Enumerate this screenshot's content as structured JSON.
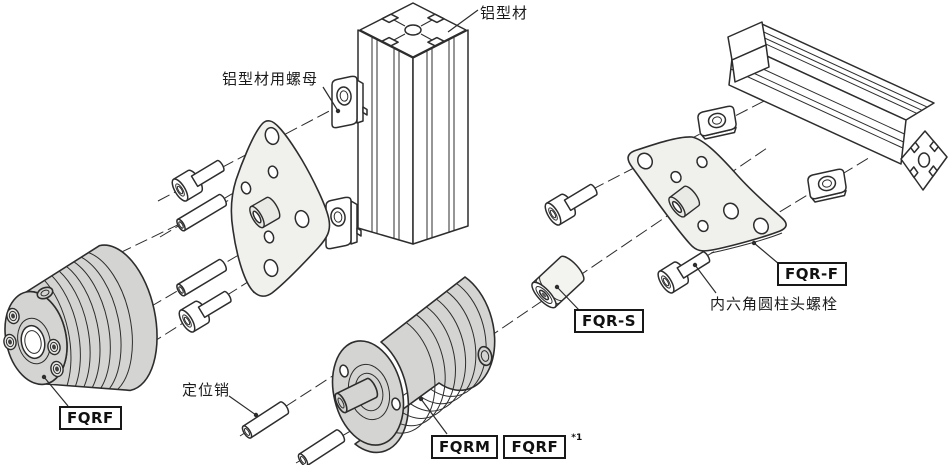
{
  "labels": {
    "aluminum_extrusion": "铝型材",
    "extrusion_nut": "铝型材用螺母",
    "locating_pin": "定位销",
    "hex_socket_head_bolt": "内六角圆柱头螺栓"
  },
  "part_codes": {
    "left_coupling": "FQRF",
    "middle_coupling_primary": "FQRM",
    "middle_coupling_secondary": "FQRF",
    "middle_coupling_footnote": "*1",
    "spacer": "FQR-S",
    "flange_plate": "FQR-F"
  },
  "colors": {
    "background": "#ffffff",
    "line": "#2d2d2d",
    "coupling_fill": "#d4d4d2",
    "plate_fill": "#f0f0ed",
    "spacer_fill": "#f3f3f0",
    "boss_fill": "#e9e9e6"
  }
}
